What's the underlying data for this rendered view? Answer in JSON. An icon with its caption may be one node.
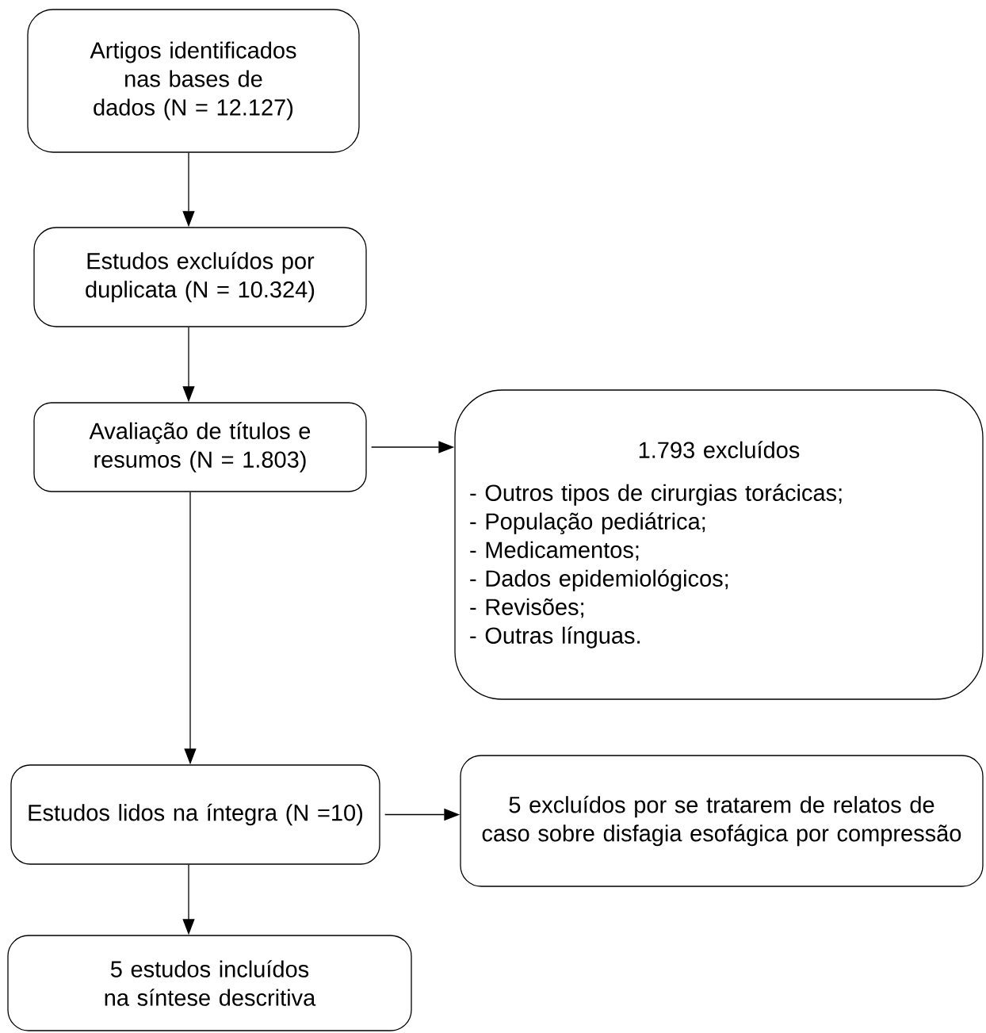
{
  "diagram": {
    "nodes": [
      {
        "text": [
          "Artigos identificados nas bases de dados (N = 12.127)"
        ]
      },
      {
        "text": [
          "Estudos excluídos por duplicata (N = 10.324)"
        ]
      },
      {
        "text": [
          "Avaliação de títulos e resumos (N = 1.803)"
        ]
      },
      {
        "text": [
          "1.793 excluídos",
          "- Outros tipos de cirurgias torácicas;",
          "- População pediátrica;",
          "- Medicamentos;",
          "- Dados epidemiológicos;",
          "- Revisões;",
          "- Outras línguas."
        ]
      },
      {
        "text": [
          "Estudos lidos na íntegra (N =10)"
        ]
      },
      {
        "text": [
          "5 excluídos por se tratarem de relatos de caso sobre disfagia esofágica por compressão"
        ]
      },
      {
        "text": [
          "5 estudos incluídos na síntese descritiva"
        ]
      }
    ],
    "edges": [
      {
        "from": 0,
        "to": 1,
        "arrow": "to"
      },
      {
        "from": 1,
        "to": 2,
        "arrow": "to"
      },
      {
        "from": 2,
        "to": 3,
        "arrow": "to"
      },
      {
        "from": 2,
        "to": 4,
        "arrow": "to"
      },
      {
        "from": 4,
        "to": 5,
        "arrow": "to"
      },
      {
        "from": 4,
        "to": 6,
        "arrow": "to"
      }
    ]
  }
}
